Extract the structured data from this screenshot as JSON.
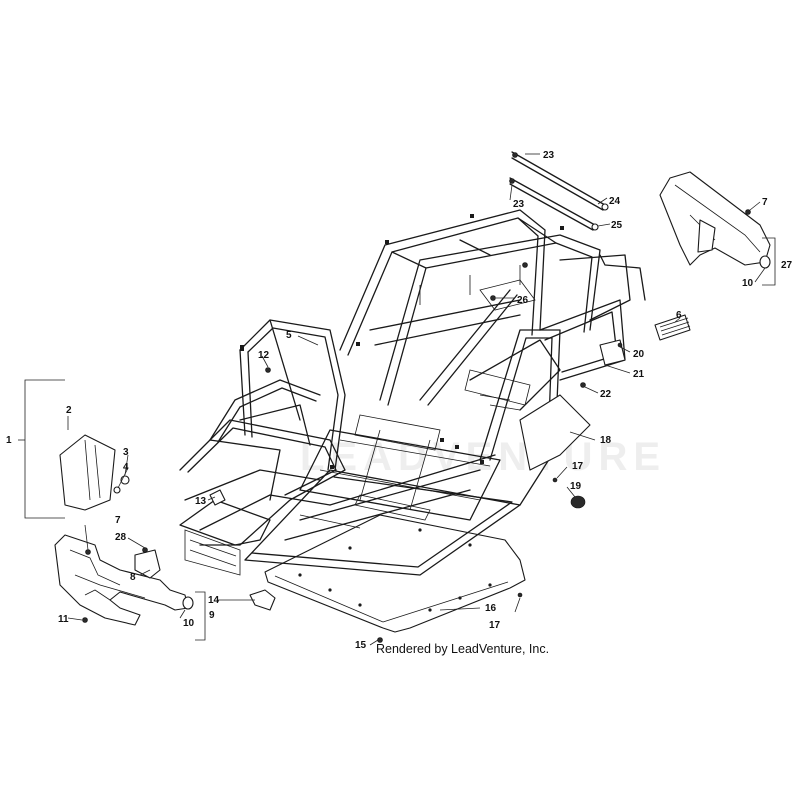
{
  "credit": "Rendered by LeadVenture, Inc.",
  "watermark": "LEADVENTURE",
  "callouts": [
    "1",
    "2",
    "3",
    "4",
    "5",
    "6",
    "7",
    "7",
    "8",
    "9",
    "10",
    "10",
    "11",
    "12",
    "13",
    "14",
    "15",
    "16",
    "17",
    "17",
    "18",
    "19",
    "20",
    "21",
    "22",
    "23",
    "23",
    "24",
    "25",
    "26",
    "27",
    "28"
  ],
  "colors": {
    "line": "#1a1a1a",
    "background": "#ffffff"
  }
}
